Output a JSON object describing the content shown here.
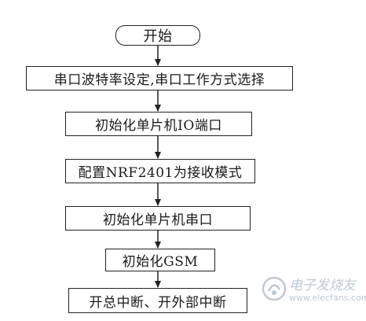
{
  "flowchart": {
    "start": "开始",
    "steps": [
      "串口波特率设定,串口工作方式选择",
      "初始化单片机IO端口",
      "配置NRF2401为接收模式",
      "初始化单片机串口",
      "初始化GSM",
      "开总中断、开外部中断"
    ]
  },
  "watermark": {
    "text": "电子发烧友",
    "url": "www.elecfans.com"
  },
  "colors": {
    "line": "#222222",
    "box_border": "#222222",
    "text": "#1a1a1a",
    "watermark": "#8a9db3"
  }
}
